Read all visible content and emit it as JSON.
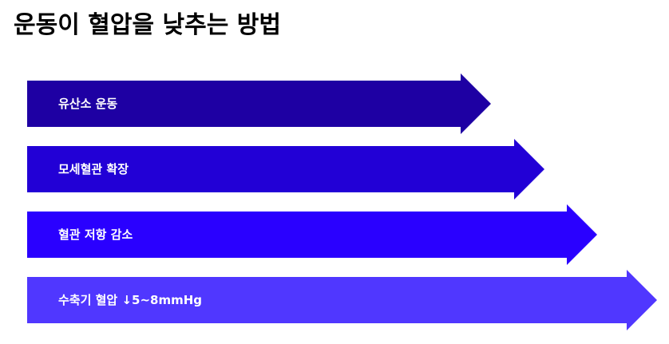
{
  "title": "운동이 혈압을 낮추는 방법",
  "steps": [
    {
      "label": "유산소 운동",
      "color": "#1e00a3"
    },
    {
      "label": "모세혈관 확장",
      "color": "#2200d6"
    },
    {
      "label": "혈관 저항 감소",
      "color": "#2a00ff"
    },
    {
      "label": "수축기 혈압 ↓5~8mmHg",
      "color": "#5037ff"
    }
  ]
}
